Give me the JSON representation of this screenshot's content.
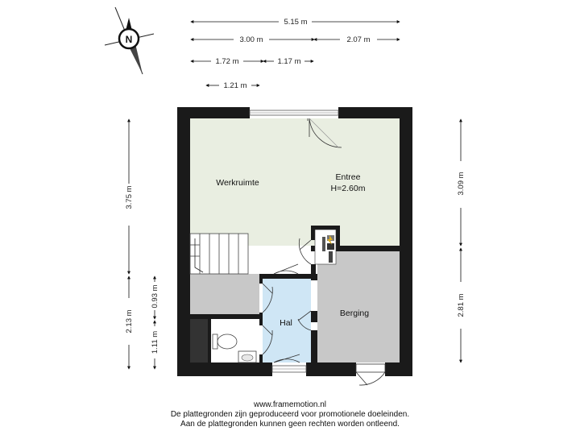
{
  "dimensions": {
    "top_total": "5.15 m",
    "top_left": "3.00 m",
    "top_right": "2.07 m",
    "top_sub_left": "1.72 m",
    "top_sub_right": "1.17 m",
    "top_small": "1.21 m",
    "left_upper": "3.75 m",
    "left_lower": "2.13 m",
    "left_mid": "0.93 m",
    "left_bottom": "1.11 m",
    "right_upper": "3.09 m",
    "right_lower": "2.81 m"
  },
  "rooms": {
    "werkruimte": "Werkruimte",
    "entree": "Entree",
    "entree_height": "H=2.60m",
    "hal": "Hal",
    "berging": "Berging"
  },
  "compass": {
    "label": "N"
  },
  "footer": {
    "url": "www.framemotion.nl",
    "line1": "De plattegronden zijn geproduceerd voor promotionele doeleinden.",
    "line2": "Aan de plattegronden kunnen geen rechten worden ontleend."
  },
  "colors": {
    "wall": "#1a1a1a",
    "floor_main": "#e9eee1",
    "floor_hal": "#cfe6f5",
    "floor_berging": "#c8c8c8",
    "floor_grey": "#c8c8c8"
  }
}
